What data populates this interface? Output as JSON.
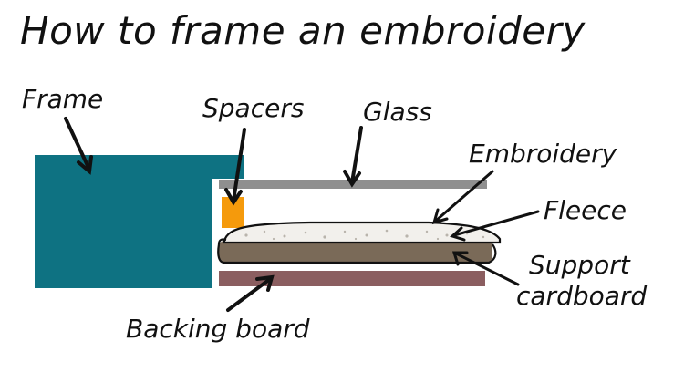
{
  "title": "How to frame an embroidery",
  "labels": {
    "frame": "Frame",
    "spacers": "Spacers",
    "glass": "Glass",
    "embroidery": "Embroidery",
    "fleece": "Fleece",
    "support_line1": "Support",
    "support_line2": "cardboard",
    "backing": "Backing board"
  },
  "colors": {
    "frame": "#0e7282",
    "glass": "#8f8f8f",
    "spacer": "#f59a0c",
    "support": "#7a6a58",
    "backing": "#8b5e60",
    "fleece": "#f2f0ec"
  }
}
